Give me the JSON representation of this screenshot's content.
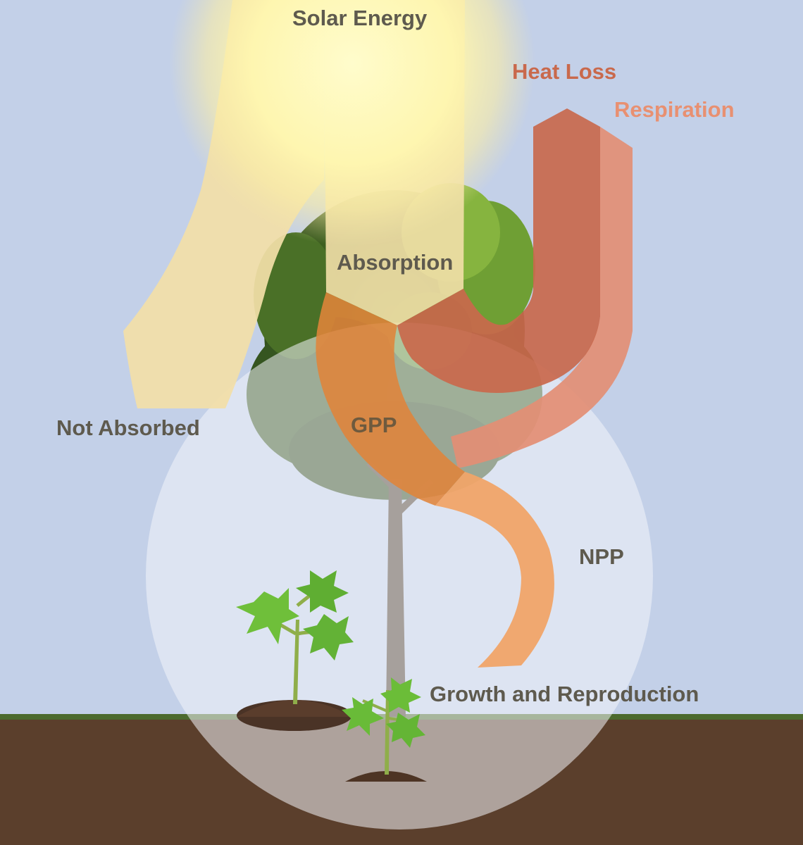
{
  "labels": {
    "solar_energy": "Solar Energy",
    "heat_loss": "Heat Loss",
    "respiration": "Respiration",
    "absorption": "Absorption",
    "not_absorbed": "Not Absorbed",
    "gpp": "GPP",
    "npp": "NPP",
    "growth_reproduction": "Growth and Reproduction"
  },
  "colors": {
    "sky": "#c3d0e8",
    "soil": "#5b3f2c",
    "grass": "#4c6a2e",
    "sun_core": "#fffbb8",
    "sun_flow": "#f2dfa8",
    "gpp_flow": "#e0843a",
    "heat_loss_flow": "#c9684c",
    "respiration_flow": "#e38e74",
    "npp_flow": "#f0a468",
    "foliage_dark": "#2f4a1c",
    "foliage_light": "#7fae3c",
    "trunk": "#4a3a2a",
    "label_dark": "#5e5a4e",
    "label_heat": "#c9694c",
    "label_resp": "#e89071"
  }
}
